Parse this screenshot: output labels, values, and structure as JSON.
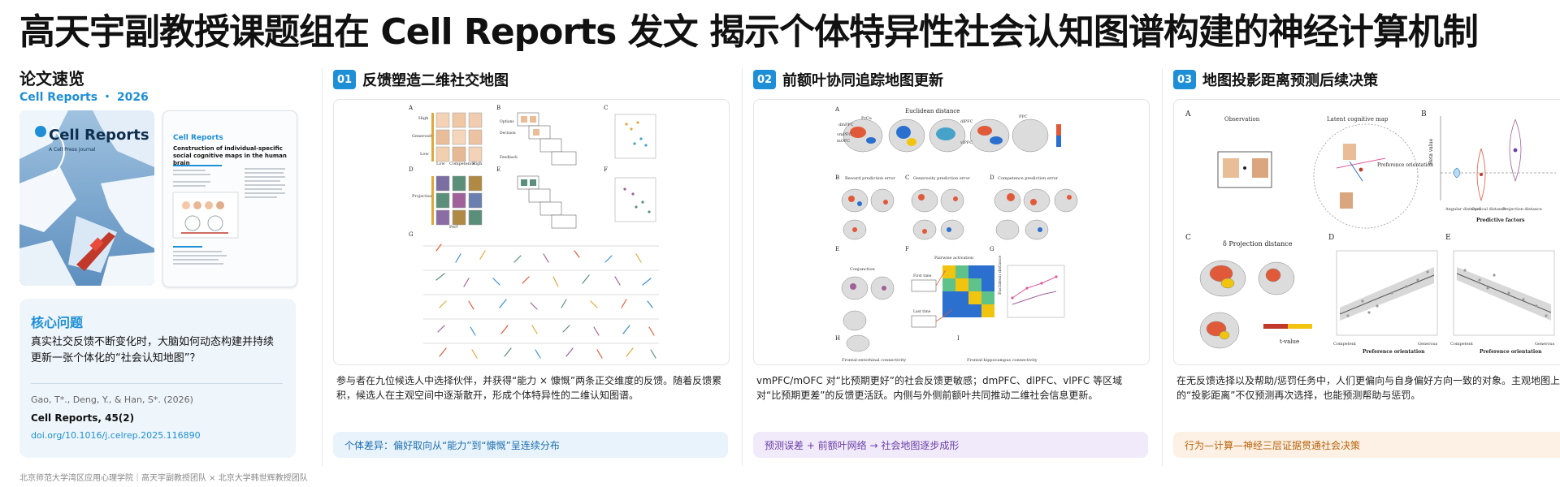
{
  "header": {
    "title": "高天宇副教授课题组在 Cell Reports 发文 揭示个体特异性社会认知图谱构建的神经计算机制"
  },
  "sidebar": {
    "heading": "论文速览",
    "journal_line": "Cell Reports ・ 2026",
    "cover_journal": "Cell Reports",
    "cover_tagline": "A Cell Press journal",
    "article_journal": "Cell Reports",
    "article_title": "Construction of individual-specific social cognitive maps in the human brain",
    "question_title": "核心问题",
    "question_text": "真实社交反馈不断变化时，大脑如何动态构建并持续更新一张个体化的“社会认知地图”？",
    "citation_authors": "Gao, T*., Deng, Y., & Han, S*. (2026)",
    "citation_journal": "Cell Reports, 45(2)",
    "doi": "doi.org/10.1016/j.celrep.2025.116890"
  },
  "footer": {
    "text": "北京师范大学湾区应用心理学院｜高天宇副教授团队 × 北京大学韩世辉教授团队"
  },
  "panels": [
    {
      "num": "01",
      "title": "反馈塑造二维社交地图",
      "fig_labels": [
        "A",
        "B",
        "C",
        "D",
        "E",
        "F",
        "G"
      ],
      "fig_text": {
        "a1": "High",
        "a2": "Generosity",
        "a3": "Low",
        "a4": "Low",
        "a5": "Competence",
        "a6": "High",
        "b1": "Options",
        "b2": "Decision",
        "b3": "Feedback",
        "d2": "Projection",
        "d5": "Perf"
      },
      "text": "参与者在九位候选人中选择伙伴，并获得“能力 × 慷慨”两条正交维度的反馈。随着反馈累积，候选人在主观空间中逐渐散开，形成个体特异性的二维认知图谱。",
      "tag": "个体差异：偏好取向从“能力”到“慷慨”呈连续分布",
      "tag_color": "#1e6fb0",
      "tag_bg": "#e8f3fb"
    },
    {
      "num": "02",
      "title": "前额叶协同追踪地图更新",
      "fig_labels": [
        "A",
        "B",
        "C",
        "D",
        "E",
        "F",
        "G",
        "H",
        "I"
      ],
      "fig_text": {
        "euclid": "Euclidean distance",
        "reward": "Reward prediction error",
        "generosity": "Generosity prediction error",
        "competence": "Competence prediction error",
        "pairwise": "Pairwise activation",
        "conj": "Conjunction",
        "first": "First time",
        "last": "Last time",
        "dist": "Euclidean distance",
        "h": "Frontal-entorhinal connectivity",
        "i": "Frontal-hippocampus connectivity",
        "b1": "dmPFC",
        "b2": "PrCu",
        "b3": "vmPFC",
        "b4": "mOFC",
        "b5": "dlPFC",
        "b6": "PPC",
        "b7": "vlPFC"
      },
      "text": "vmPFC/mOFC 对“比预期更好”的社会反馈更敏感；dmPFC、dlPFC、vlPFC 等区域对“比预期更差”的反馈更活跃。内侧与外侧前额叶共同推动二维社会信息更新。",
      "tag": "预测误差 + 前额叶网络 → 社会地图逐步成形",
      "tag_color": "#6b3fa8",
      "tag_bg": "#f1eafa"
    },
    {
      "num": "03",
      "title": "地图投影距离预测后续决策",
      "fig_labels": [
        "A",
        "B",
        "C",
        "D",
        "E"
      ],
      "fig_text": {
        "obs": "Observation",
        "latent": "Latent cognitive map",
        "pref": "Preference orientation",
        "proj": "δ Projection distance",
        "beta": "Beta value",
        "pf": "Predictive factors",
        "po1": "Preference orientation",
        "po2": "Preference orientation",
        "comp1": "Competent",
        "gen1": "Generous",
        "comp2": "Competent",
        "gen2": "Generous",
        "tval": "t-value",
        "x1": "Angular distance",
        "x2": "Cyclical distance",
        "x3": "Projection distance"
      },
      "text": "在无反馈选择以及帮助/惩罚任务中，人们更偏向与自身偏好方向一致的对象。主观地图上的“投影距离”不仅预测再次选择，也能预测帮助与惩罚。",
      "tag": "行为—计算—神经三层证据贯通社会决策",
      "tag_color": "#b8630d",
      "tag_bg": "#fcf1e4"
    }
  ],
  "colors": {
    "accent": "#1e8fd6",
    "title": "#111111"
  }
}
